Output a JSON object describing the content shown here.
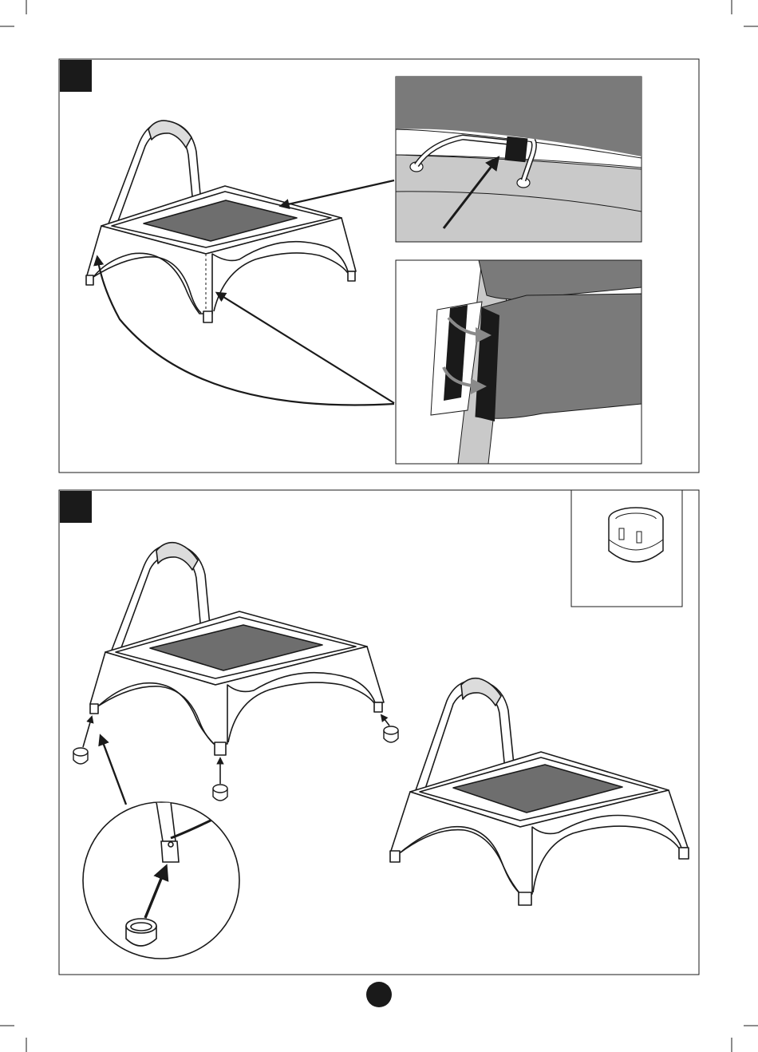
{
  "page": {
    "description_colors": {
      "ink": "#1a1a1a",
      "mat_gray": "#6e6e6e",
      "pad_dark": "#7a7a7a",
      "pad_light": "#c9c9c9",
      "step_badge": "#1a1a1a"
    }
  },
  "step1": {
    "badge_icon": "step-badge",
    "detail_top_icon": "bungee-cord-detail-icon",
    "detail_bottom_icon": "velcro-strap-detail-icon"
  },
  "step2": {
    "badge_icon": "step-badge",
    "foot_cap_icon": "foot-cap-detail-icon",
    "zoom_icon": "leg-foot-zoom-icon"
  },
  "footer": {
    "page_dot_icon": "page-number-dot"
  }
}
